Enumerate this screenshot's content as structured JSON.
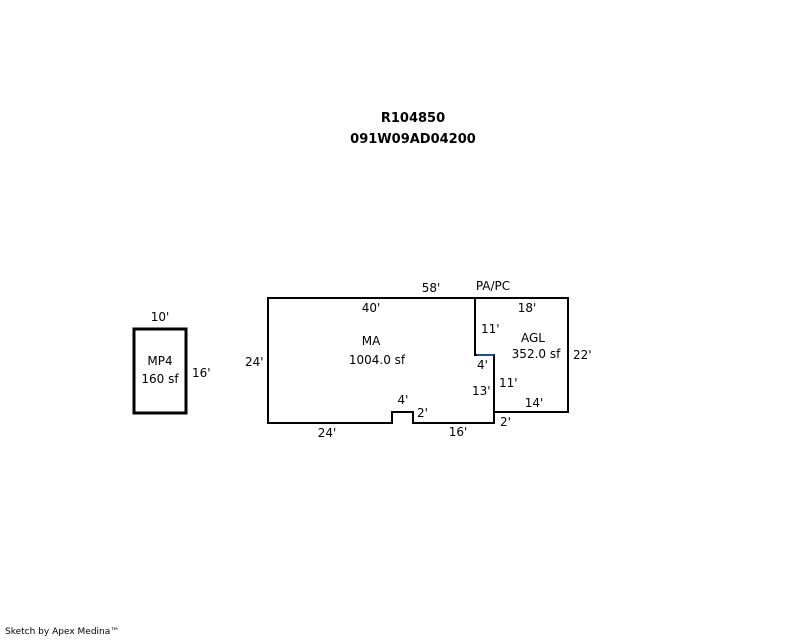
{
  "header": {
    "parcel_id": "R104850",
    "map_number": "091W09AD04200"
  },
  "areas": [
    {
      "key": "mp4",
      "code": "MP4",
      "size": "160 sf"
    },
    {
      "key": "ma",
      "code": "MA",
      "size": "1004.0 sf"
    },
    {
      "key": "agl",
      "code": "AGL",
      "size": "352.0 sf"
    }
  ],
  "dimensions": {
    "mp4_top": "10'",
    "mp4_right": "16'",
    "ma_left": "24'",
    "ma_top_inner": "40'",
    "ma_top_total": "58'",
    "ma_bottom_left": "24'",
    "notch_top": "4'",
    "notch_right": "2'",
    "ma_bottom_right": "16'",
    "agl_top": "18'",
    "agl_left_upper": "11'",
    "agl_step": "4'",
    "agl_left_lower": "11'",
    "ma_right_lower": "13'",
    "agl_bottom": "14'",
    "agl_corner": "2'",
    "agl_right": "22'"
  },
  "porch_label": "PA/PC",
  "footer": {
    "credit": "Sketch by Apex Medina™"
  },
  "colors": {
    "line": "#000000",
    "accent_segment": "#1f4e9c"
  }
}
